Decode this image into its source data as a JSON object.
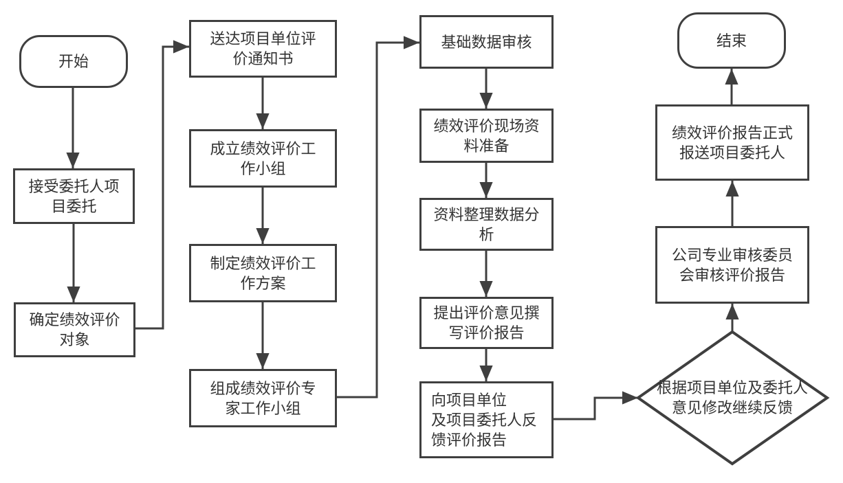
{
  "flowchart": {
    "colors": {
      "stroke": "#3f3f3f",
      "text": "#333333",
      "node_fill": "#ffffff",
      "background": "#ffffff"
    },
    "nodes": {
      "start": {
        "type": "terminator",
        "label": "开始"
      },
      "accept": {
        "type": "process",
        "label": "接受委托人项\n目委托"
      },
      "determine": {
        "type": "process",
        "label": "确定绩效评价\n对象"
      },
      "notice": {
        "type": "process",
        "label": "送达项目单位评\n价通知书"
      },
      "setup_group": {
        "type": "process",
        "label": "成立绩效评价工\n作小组"
      },
      "plan": {
        "type": "process",
        "label": "制定绩效评价工\n作方案"
      },
      "expert_group": {
        "type": "process",
        "label": "组成绩效评价专\n家工作小组"
      },
      "data_review": {
        "type": "process",
        "label": "基础数据审核"
      },
      "site_prep": {
        "type": "process",
        "label": "绩效评价现场资\n料准备"
      },
      "data_analysis": {
        "type": "process",
        "label": "资料整理数据分\n析"
      },
      "draft_report": {
        "type": "process",
        "label": "提出评价意见撰\n写评价报告"
      },
      "feedback_report": {
        "type": "process",
        "label": "向项目单位\n及项目委托人反\n馈评价报告"
      },
      "end": {
        "type": "terminator",
        "label": "结束"
      },
      "submit_report": {
        "type": "process",
        "label": "绩效评价报告正式\n报送项目委托人"
      },
      "committee_review": {
        "type": "process",
        "label": "公司专业审核委员\n会审核评价报告"
      },
      "decision": {
        "type": "decision",
        "label": "根据项目单位及委托人\n意见修改继续反馈"
      }
    }
  }
}
